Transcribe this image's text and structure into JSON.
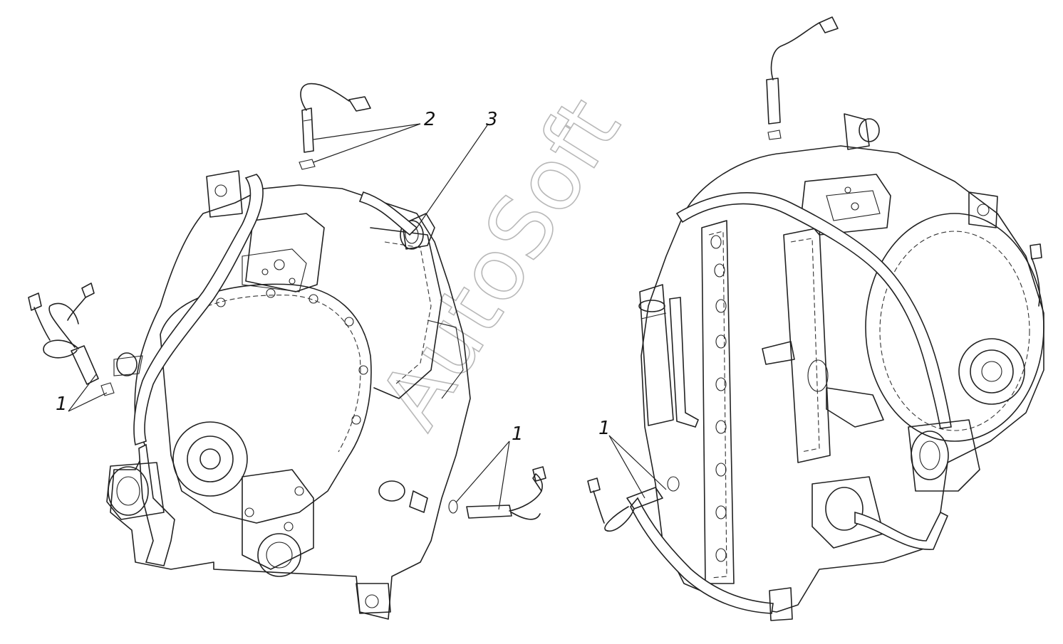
{
  "watermark": "AutoSoft",
  "callouts": {
    "c1_left": "1",
    "c1_middle": "1",
    "c1_right": "1",
    "c2": "2",
    "c3": "3"
  }
}
